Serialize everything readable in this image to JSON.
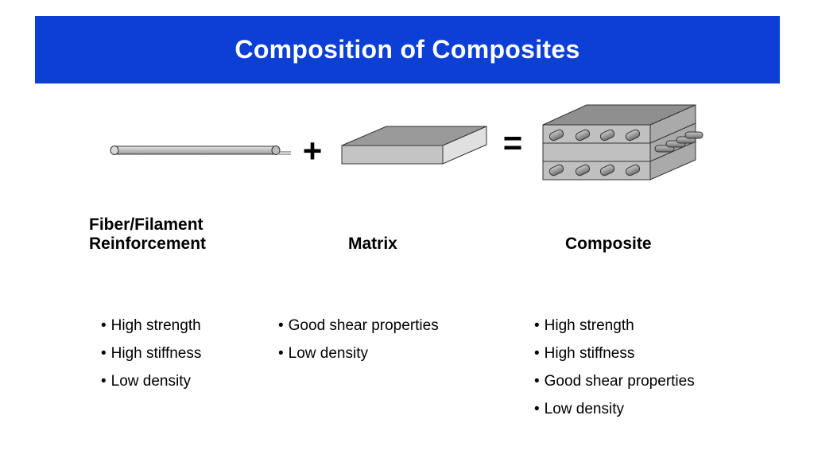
{
  "title": "Composition of Composites",
  "operators": {
    "plus": "+",
    "equals": "="
  },
  "columns": [
    {
      "label_line1": "Fiber/Filament",
      "label_line2": "Reinforcement",
      "properties": [
        "High strength",
        "High stiffness",
        "Low density"
      ]
    },
    {
      "label": "Matrix",
      "properties": [
        "Good shear properties",
        "Low density"
      ]
    },
    {
      "label": "Composite",
      "properties": [
        "High strength",
        "High stiffness",
        "Good shear properties",
        "Low density"
      ]
    }
  ],
  "colors": {
    "title_bar": "#0b3fd6",
    "title_text": "#ffffff",
    "shape_fill": "#c8c8c8",
    "shape_dark": "#8a8a8a"
  }
}
